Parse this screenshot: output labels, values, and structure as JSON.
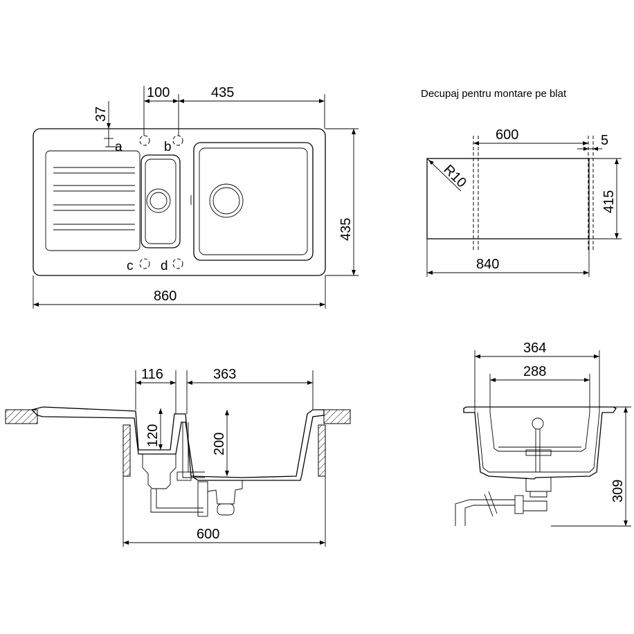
{
  "title": "Decupaj pentru montare pe blat",
  "top_view": {
    "dims": {
      "tap_offset": "37",
      "hole_spacing": "100",
      "bowl_width": "435",
      "depth": "435",
      "width": "860"
    },
    "holes": [
      "a",
      "b",
      "c",
      "d"
    ]
  },
  "cutout_view": {
    "dims": {
      "inner": "600",
      "gap": "5",
      "height": "415",
      "width": "840",
      "radius": "R10"
    }
  },
  "front_section": {
    "dims": {
      "small_bowl": "116",
      "large_bowl": "363",
      "small_depth": "120",
      "large_depth": "200",
      "cabinet": "600"
    }
  },
  "side_section": {
    "dims": {
      "outer": "364",
      "inner": "288",
      "height": "309"
    }
  }
}
